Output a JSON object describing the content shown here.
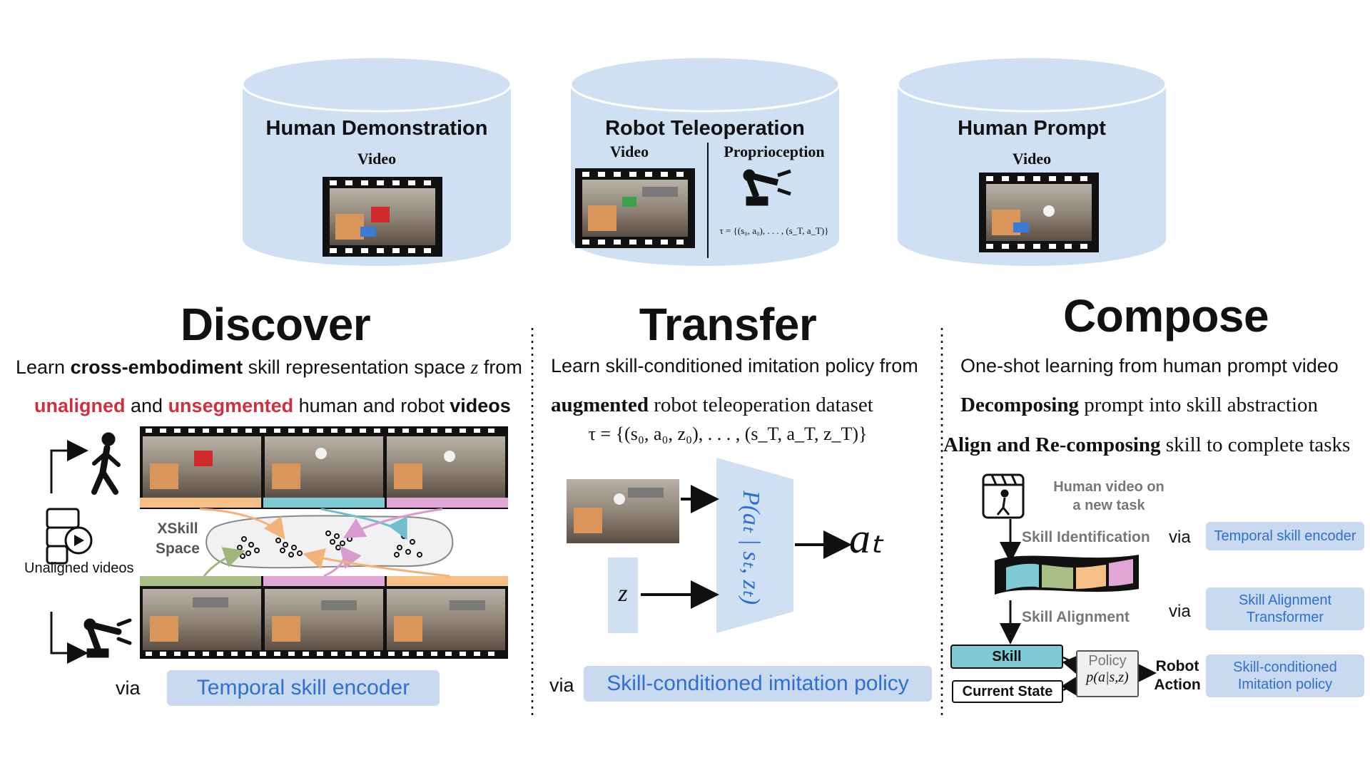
{
  "sources": {
    "human_demo": {
      "title": "Human Demonstration",
      "sub": "Video"
    },
    "robot_teleop": {
      "title": "Robot Teleoperation",
      "sub_left": "Video",
      "sub_right": "Proprioception",
      "formula": "τ = {(s₀, a₀), . . . , (s_T, a_T)}"
    },
    "human_prompt": {
      "title": "Human Prompt",
      "sub": "Video"
    }
  },
  "discover": {
    "title": "Discover",
    "line1_pre": "Learn ",
    "line1_bold": "cross-embodiment",
    "line1_post": " skill representation space ",
    "line1_var": "z",
    "line1_end": " from",
    "line2_red1": "unaligned",
    "line2_mid": " and ",
    "line2_red2": "unsegmented",
    "line2_post": "  human and robot ",
    "line2_bold": "videos",
    "space_label_1": "XSkill",
    "space_label_2": "Space",
    "unaligned_label": "Unaligned videos",
    "via": "via",
    "via_box": "Temporal skill encoder"
  },
  "transfer": {
    "title": "Transfer",
    "line1": "Learn skill-conditioned imitation policy from",
    "line2_bold": "augmented",
    "line2_post": " robot teleoperation dataset",
    "formula": "τ = {(s₀, a₀, z₀), . . . , (s_T, a_T, z_T)}",
    "policy_label": "P(aₜ | sₜ, zₜ)",
    "z_label": "z",
    "output_label": "aₜ",
    "via": "via",
    "via_box": "Skill-conditioned imitation policy"
  },
  "compose": {
    "title": "Compose",
    "line1": "One-shot learning from human prompt video",
    "line2_bold": "Decomposing",
    "line2_post": " prompt into skill abstraction",
    "line3_bold": "Align and Re-composing",
    "line3_post": " skill to complete tasks",
    "human_video_1": "Human video on",
    "human_video_2": "a new task",
    "skill_identification": "Skill Identification",
    "skill_alignment": "Skill Alignment",
    "skill_box": "Skill",
    "state_box": "Current State",
    "policy_1": "Policy",
    "policy_2": "p(a|s,z)",
    "robot_1": "Robot",
    "robot_2": "Action",
    "via1": "via",
    "via1_box": "Temporal skill encoder",
    "via2": "via",
    "via2_box_1": "Skill Alignment",
    "via2_box_2": "Transformer",
    "via3_box_1": "Skill-conditioned",
    "via3_box_2": "Imitation policy"
  },
  "colors": {
    "cylinder": "#cfe0f2",
    "pill_bg": "#c9daf0",
    "pill_text": "#2f6fd0",
    "red": "#d02f3f",
    "seg_orange": "#f6bf86",
    "seg_teal": "#7ec9d3",
    "seg_pink": "#e1a6d6",
    "seg_green": "#a9bd86",
    "skill_teal": "#7ec9d3"
  }
}
